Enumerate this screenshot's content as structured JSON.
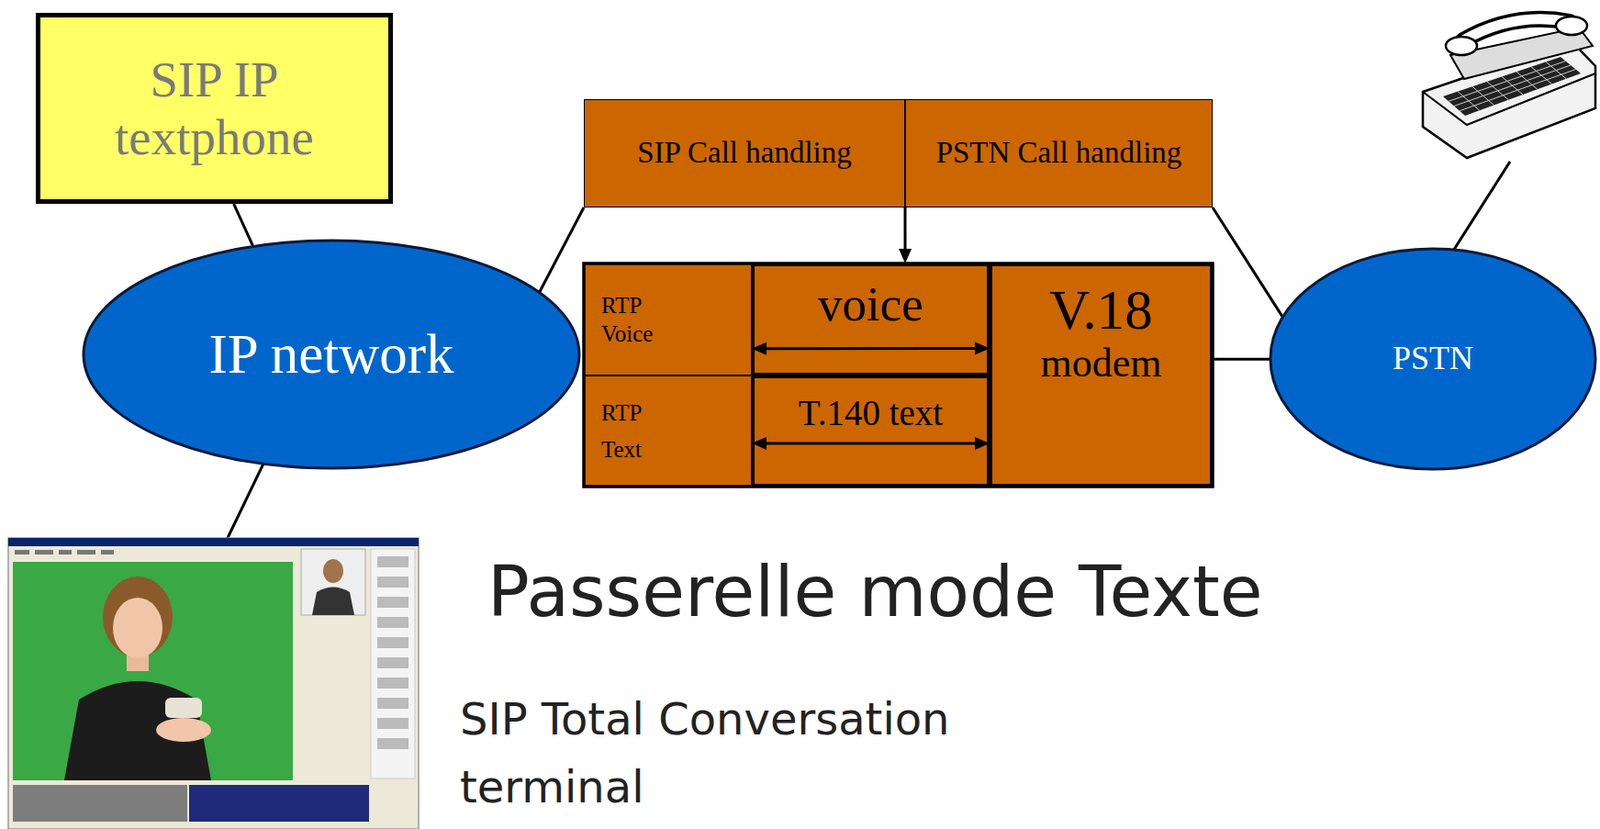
{
  "diagram": {
    "title": "Passerelle mode Texte",
    "nodes": [
      {
        "text": [
          "SIP IP textphone"
        ]
      },
      {
        "text": [
          "SIP Call handling"
        ]
      },
      {
        "text": [
          "PSTN Call handling"
        ]
      },
      {
        "text": [
          "IP network"
        ]
      },
      {
        "text": [
          "RTP Voice"
        ]
      },
      {
        "text": [
          "voice"
        ]
      },
      {
        "text": [
          "V.18",
          "modem"
        ]
      },
      {
        "text": [
          "PSTN"
        ]
      },
      {
        "text": [
          "RTP Text"
        ]
      },
      {
        "text": [
          "T.140 text"
        ]
      }
    ],
    "edges": [
      {
        "from": 0,
        "to": 3,
        "arrow": "none"
      },
      {
        "from": 3,
        "to": 1,
        "arrow": "none"
      },
      {
        "from": 2,
        "to": 7,
        "arrow": "none"
      },
      {
        "from": 6,
        "to": 7,
        "arrow": "none"
      },
      {
        "from": 1,
        "to": 5,
        "arrow": "both"
      },
      {
        "from": 4,
        "to": 6,
        "arrow": "both"
      },
      {
        "from": 8,
        "to": 6,
        "arrow": "both"
      }
    ],
    "labels": [
      "SIP Total Conversation terminal"
    ]
  }
}
